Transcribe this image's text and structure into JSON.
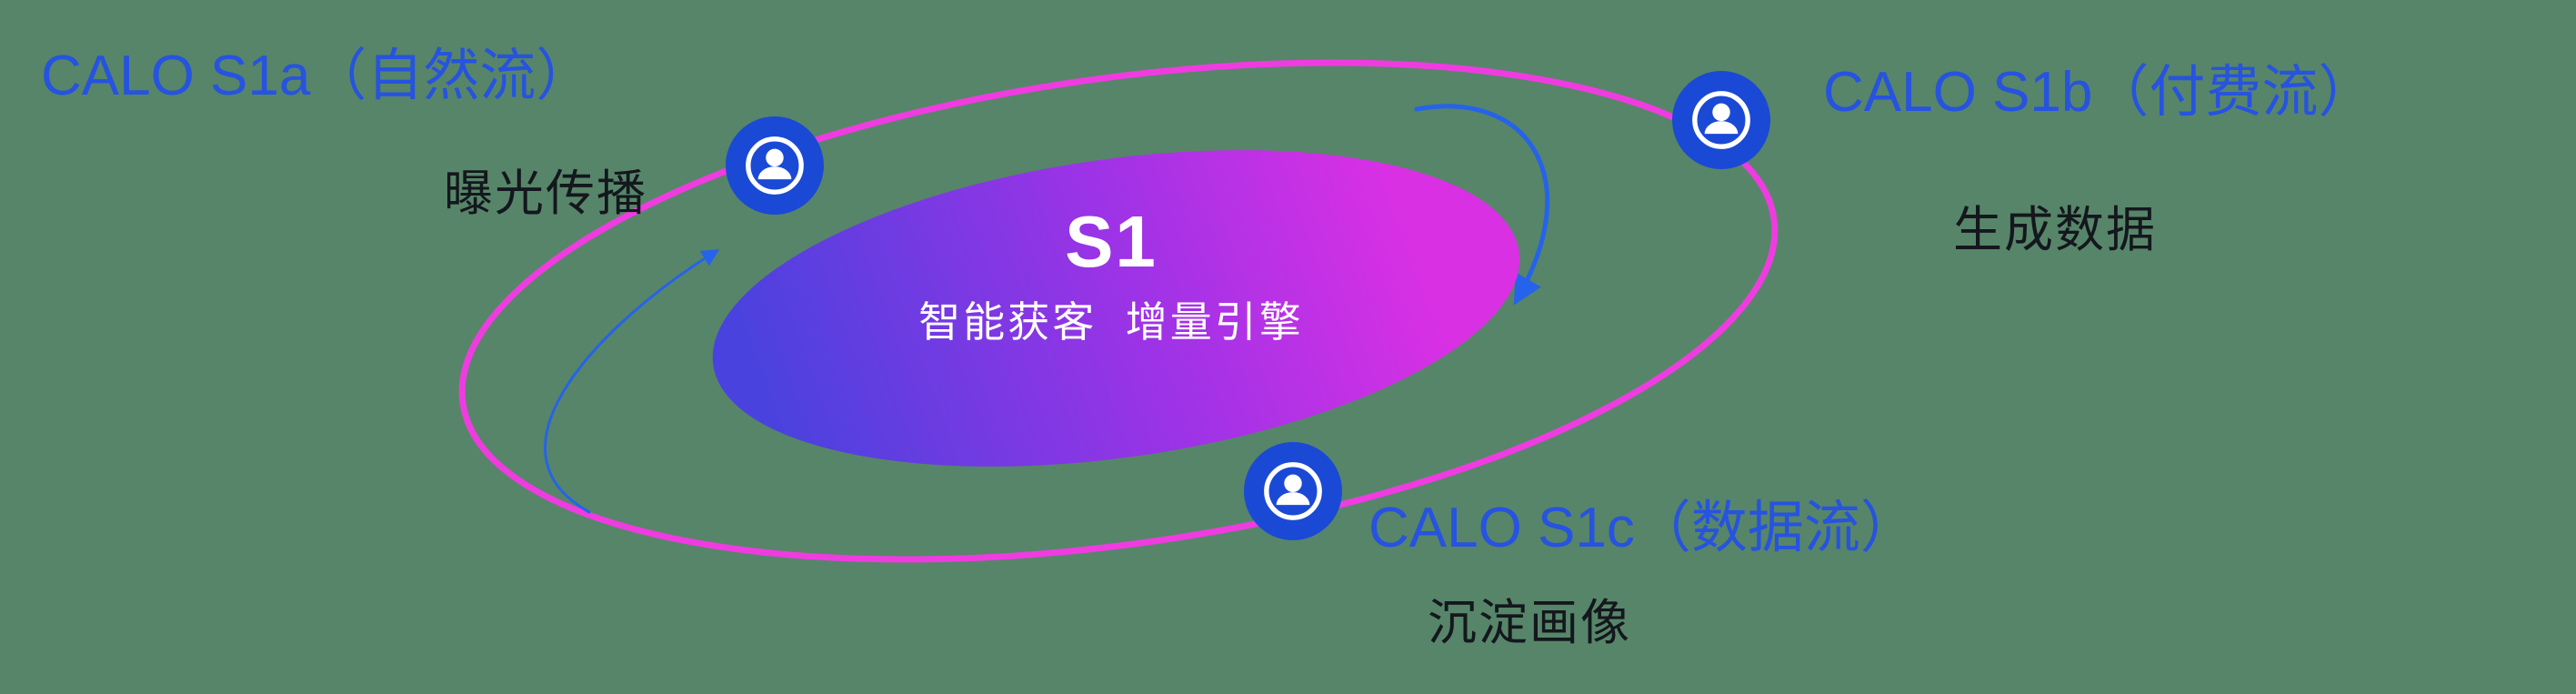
{
  "diagram": {
    "center": {
      "title": "S1",
      "subtitle": "智能获客  增量引擎"
    },
    "satellites": [
      {
        "id": "s1a",
        "title": "CALO S1a（自然流）",
        "subtitle": "曝光传播",
        "icon": "person-circle-icon"
      },
      {
        "id": "s1b",
        "title": "CALO S1b（付费流）",
        "subtitle": "生成数据",
        "icon": "person-circle-icon"
      },
      {
        "id": "s1c",
        "title": "CALO S1c（数据流）",
        "subtitle": "沉淀画像",
        "icon": "person-circle-icon"
      }
    ]
  },
  "colors": {
    "background": "#578569",
    "orbit_ring": "#ef3ce0",
    "node_fill": "#1a49d6",
    "title_text": "#2653e0",
    "subtitle_text": "#14171d",
    "center_text": "#ffffff",
    "arrow": "#2563eb",
    "gradient_start": "#4a42de",
    "gradient_mid": "#9c33e6",
    "gradient_end": "#d930e4"
  }
}
